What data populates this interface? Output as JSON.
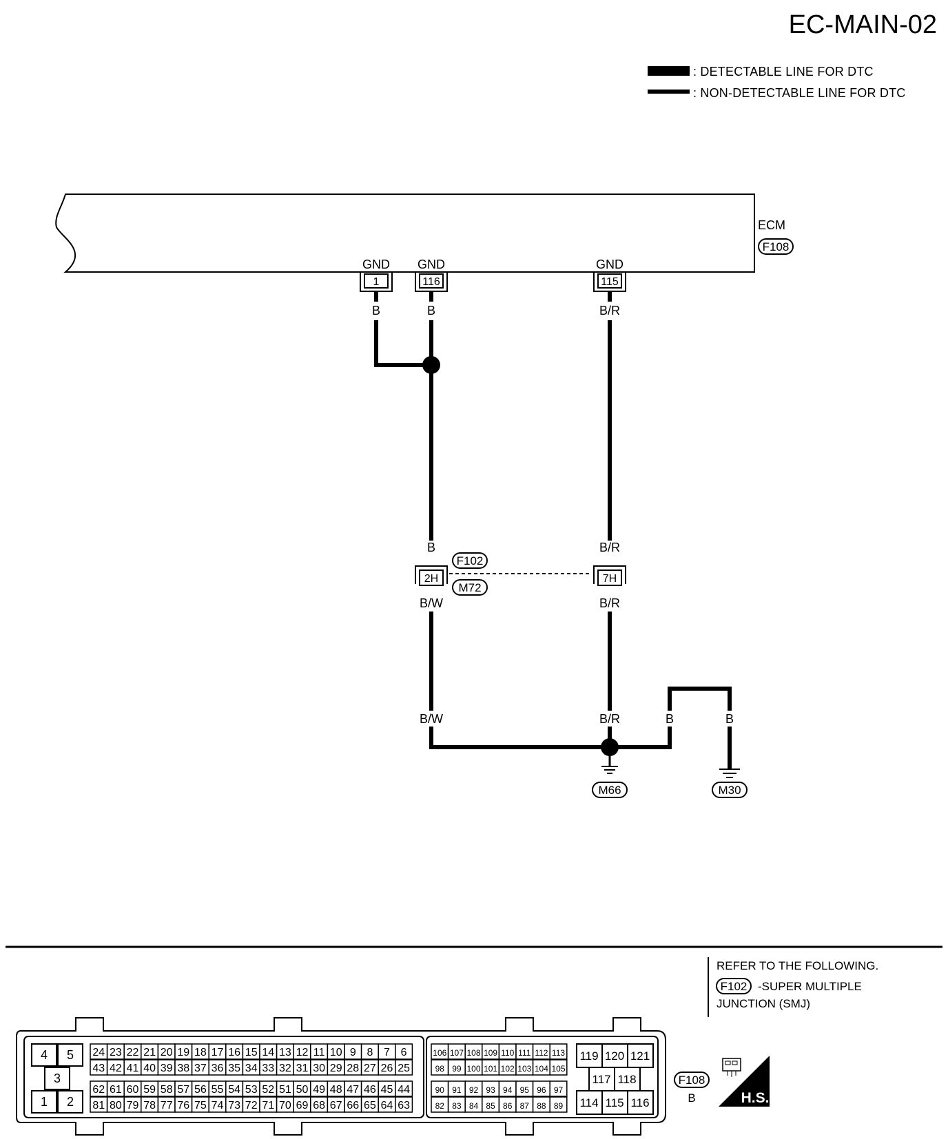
{
  "page_title": "EC-MAIN-02",
  "legend": [
    {
      "label": ": DETECTABLE LINE FOR DTC"
    },
    {
      "label": ": NON-DETECTABLE LINE FOR DTC"
    }
  ],
  "ecm": {
    "label": "ECM",
    "connector": "F108"
  },
  "terminals": [
    {
      "pin": "1",
      "name": "GND",
      "wire": "B"
    },
    {
      "pin": "116",
      "name": "GND",
      "wire": "B"
    },
    {
      "pin": "115",
      "name": "GND",
      "wire": "B/R"
    }
  ],
  "junction": {
    "connector_top": "F102",
    "connector_bottom": "M72",
    "pins": [
      {
        "pin": "2H",
        "wire_in": "B",
        "wire_out": "B/W"
      },
      {
        "pin": "7H",
        "wire_in": "B/R",
        "wire_out": "B/R"
      }
    ]
  },
  "lower_wires": {
    "left": "B/W",
    "mid": "B/R",
    "right_a": "B",
    "right_b": "B"
  },
  "grounds": [
    {
      "name": "M66"
    },
    {
      "name": "M30"
    }
  ],
  "refer": {
    "heading": "REFER TO THE FOLLOWING.",
    "connector": "F102",
    "line1": "-SUPER MULTIPLE",
    "line2": "JUNCTION (SMJ)"
  },
  "connector_face": {
    "name": "F108",
    "color_code": "B",
    "power_block": {
      "top": [
        "4",
        "5"
      ],
      "mid": "3",
      "bottom": [
        "1",
        "2"
      ]
    },
    "blockA": {
      "r1": [
        "24",
        "23",
        "22",
        "21",
        "20",
        "19",
        "18",
        "17",
        "16",
        "15",
        "14",
        "13",
        "12",
        "11",
        "10",
        "9",
        "8",
        "7",
        "6"
      ],
      "r2": [
        "43",
        "42",
        "41",
        "40",
        "39",
        "38",
        "37",
        "36",
        "35",
        "34",
        "33",
        "32",
        "31",
        "30",
        "29",
        "28",
        "27",
        "26",
        "25"
      ],
      "r3": [
        "62",
        "61",
        "60",
        "59",
        "58",
        "57",
        "56",
        "55",
        "54",
        "53",
        "52",
        "51",
        "50",
        "49",
        "48",
        "47",
        "46",
        "45",
        "44"
      ],
      "r4": [
        "81",
        "80",
        "79",
        "78",
        "77",
        "76",
        "75",
        "74",
        "73",
        "72",
        "71",
        "70",
        "69",
        "68",
        "67",
        "66",
        "65",
        "64",
        "63"
      ]
    },
    "blockB": {
      "r1": [
        "106",
        "107",
        "108",
        "109",
        "110",
        "111",
        "112",
        "113"
      ],
      "r2": [
        "98",
        "99",
        "100",
        "101",
        "102",
        "103",
        "104",
        "105"
      ],
      "r3": [
        "90",
        "91",
        "92",
        "93",
        "94",
        "95",
        "96",
        "97"
      ],
      "r4": [
        "82",
        "83",
        "84",
        "85",
        "86",
        "87",
        "88",
        "89"
      ]
    },
    "blockC": {
      "top": [
        "119",
        "120",
        "121"
      ],
      "mid": [
        "117",
        "118"
      ],
      "bottom": [
        "114",
        "115",
        "116"
      ]
    }
  },
  "hs_badge": {
    "label": "H.S."
  }
}
